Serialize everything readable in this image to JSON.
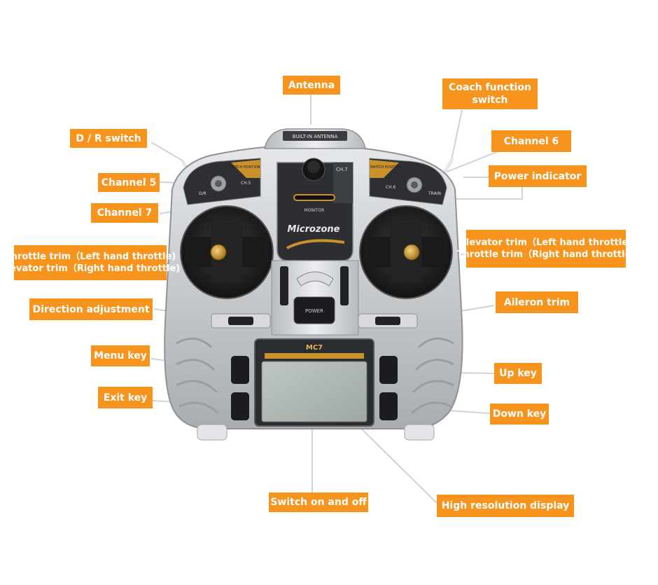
{
  "device": {
    "antenna_plate": "BUILT-IN ANTENNA",
    "ch7_tag": "CH.7",
    "monitor_tag": "MONITOR",
    "brand": "Microzone",
    "model": "MC7",
    "power_key": "POWER",
    "switch_position_tag": "SWITCH POSITION",
    "ch5_tag": "CH.5",
    "ch6_tag": "CH.6",
    "dr_tag": "D/R",
    "train_tag": "TRAIN"
  },
  "labels": {
    "antenna": "Antenna",
    "coach_line1": "Coach function",
    "coach_line2": "switch",
    "dr_switch": "D / R switch",
    "channel6": "Channel 6",
    "channel5": "Channel 5",
    "power_indicator": "Power indicator",
    "channel7": "Channel 7",
    "throttle_trim_left_1": "Throttle trim（Left hand throttle)",
    "throttle_trim_left_2": "Elevator trim（Right hand throttle)",
    "elevator_trim_right_1": "Elevator trim（Left hand throttle)",
    "elevator_trim_right_2": "Throttle trim（Right hand throttle)",
    "direction_adjustment": "Direction adjustment",
    "aileron_trim": "Aileron trim",
    "menu_key": "Menu key",
    "up_key": "Up key",
    "exit_key": "Exit key",
    "down_key": "Down key",
    "switch_on_off": "Switch on and off",
    "display": "High resolution display"
  },
  "colors": {
    "label_bg": "#f7941d",
    "label_text": "#ffffff",
    "body_silver": "#c9ccd0",
    "accent_gold": "#c8912a",
    "leader_line": "#c9ccd0"
  }
}
